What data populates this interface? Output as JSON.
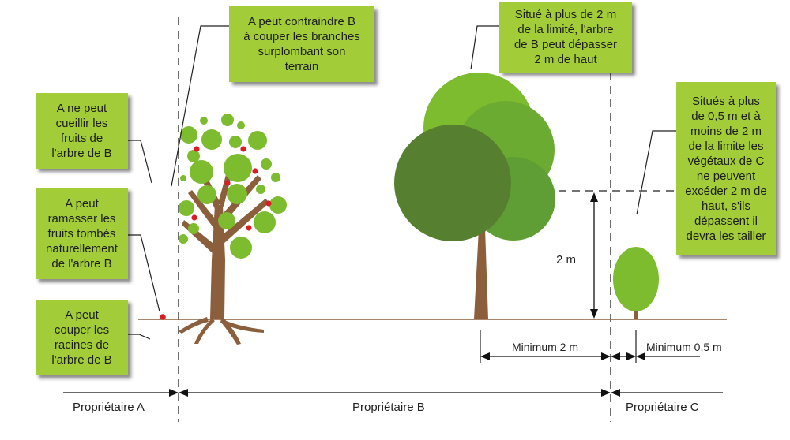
{
  "callouts": {
    "pick_fruits": "A ne peut\ncueillir les\nfruits de\nl'arbre de B",
    "collect_fallen": "A peut\nramasser les\nfruits tombés\nnaturellement\nde l'arbre B",
    "cut_roots": "A peut\ncouper les\nracines de\nl'arbre de B",
    "force_prune": "A peut contraindre B\nà couper les branches\nsurplombant son\nterrain",
    "tall_tree": "Situé à plus de 2 m\nde la limité, l'arbre\nde B peut dépasser\n2 m de haut",
    "small_plants": "Situés à plus\nde 0,5 m et à\nmoins de 2 m\nde la limite les\nvégétaux de C\nne peuvent\nexcéder 2 m de\nhaut, s'ils\ndépassent il\ndevra les tailler"
  },
  "measures": {
    "height": "2 m",
    "min_big": "Minimum 2 m",
    "min_small": "Minimum 0,5 m"
  },
  "owners": {
    "a": "Propriétaire A",
    "b": "Propriétaire B",
    "c": "Propriétaire C"
  },
  "colors": {
    "callout_bg": "#a2cd39",
    "trunk": "#8b5e3c",
    "leaf_light": "#7dbb2f",
    "leaf_mid": "#5f9e34",
    "leaf_dark": "#567f2f",
    "fruit": "#d81f26"
  }
}
